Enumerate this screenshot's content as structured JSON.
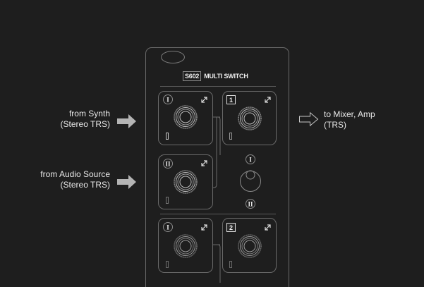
{
  "colors": {
    "background": "#1e1e1e",
    "line": "#6a6a6a",
    "text": "#e8e8e8",
    "arrow_fill": "#b4b4b4"
  },
  "device": {
    "model": "S602",
    "name": "MULTI SWITCH",
    "rotary_switch": {
      "top_label": "I",
      "bottom_label": "II"
    }
  },
  "inputs": [
    {
      "line1": "from Synth",
      "line2": "(Stereo TRS)",
      "icon": "filled-arrow-right-icon"
    },
    {
      "line1": "from Audio Source",
      "line2": "(Stereo TRS)",
      "icon": "filled-arrow-right-icon"
    }
  ],
  "output": {
    "line1": "to Mixer, Amp",
    "line2": "(TRS)",
    "icon": "outline-arrow-right-icon"
  },
  "modules": [
    {
      "id": "in-1",
      "badge": "I",
      "badge_style": "circle"
    },
    {
      "id": "out-1",
      "badge": "1",
      "badge_style": "square"
    },
    {
      "id": "in-2",
      "badge": "II",
      "badge_style": "circle"
    },
    {
      "id": "in-1-b",
      "badge": "I",
      "badge_style": "circle"
    },
    {
      "id": "out-2",
      "badge": "2",
      "badge_style": "square"
    }
  ]
}
